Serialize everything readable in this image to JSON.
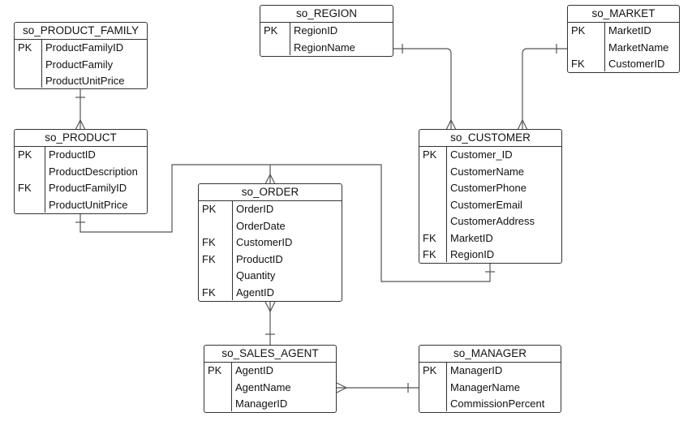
{
  "entities": [
    {
      "id": "so_product_family",
      "name": "so_PRODUCT_FAMILY",
      "fields": [
        {
          "key": "PK",
          "name": "ProductFamilyID"
        },
        {
          "key": "",
          "name": "ProductFamily"
        },
        {
          "key": "",
          "name": "ProductUnitPrice"
        }
      ]
    },
    {
      "id": "so_product",
      "name": "so_PRODUCT",
      "fields": [
        {
          "key": "PK",
          "name": "ProductID"
        },
        {
          "key": "",
          "name": "ProductDescription"
        },
        {
          "key": "FK",
          "name": "ProductFamilyID"
        },
        {
          "key": "",
          "name": "ProductUnitPrice"
        }
      ]
    },
    {
      "id": "so_region",
      "name": "so_REGION",
      "fields": [
        {
          "key": "PK",
          "name": "RegionID"
        },
        {
          "key": "",
          "name": "RegionName"
        }
      ]
    },
    {
      "id": "so_market",
      "name": "so_MARKET",
      "fields": [
        {
          "key": "PK",
          "name": "MarketID"
        },
        {
          "key": "",
          "name": "MarketName"
        },
        {
          "key": "FK",
          "name": "CustomerID"
        }
      ]
    },
    {
      "id": "so_customer",
      "name": "so_CUSTOMER",
      "fields": [
        {
          "key": "PK",
          "name": "Customer_ID"
        },
        {
          "key": "",
          "name": "CustomerName"
        },
        {
          "key": "",
          "name": "CustomerPhone"
        },
        {
          "key": "",
          "name": "CustomerEmail"
        },
        {
          "key": "",
          "name": "CustomerAddress"
        },
        {
          "key": "FK",
          "name": "MarketID"
        },
        {
          "key": "FK",
          "name": "RegionID"
        }
      ]
    },
    {
      "id": "so_order",
      "name": "so_ORDER",
      "fields": [
        {
          "key": "PK",
          "name": "OrderID"
        },
        {
          "key": "",
          "name": "OrderDate"
        },
        {
          "key": "FK",
          "name": "CustomerID"
        },
        {
          "key": "FK",
          "name": "ProductID"
        },
        {
          "key": "",
          "name": "Quantity"
        },
        {
          "key": "FK",
          "name": "AgentID"
        }
      ]
    },
    {
      "id": "so_sales_agent",
      "name": "so_SALES_AGENT",
      "fields": [
        {
          "key": "PK",
          "name": "AgentID"
        },
        {
          "key": "",
          "name": "AgentName"
        },
        {
          "key": "",
          "name": "ManagerID"
        }
      ]
    },
    {
      "id": "so_manager",
      "name": "so_MANAGER",
      "fields": [
        {
          "key": "PK",
          "name": "ManagerID"
        },
        {
          "key": "",
          "name": "ManagerName"
        },
        {
          "key": "",
          "name": "CommissionPercent"
        }
      ]
    }
  ],
  "relationships": [
    {
      "from": "so_product_family",
      "to": "so_product",
      "from_card": "one",
      "to_card": "many"
    },
    {
      "from": "so_product",
      "to": "so_order",
      "from_card": "one",
      "to_card": "many"
    },
    {
      "from": "so_customer",
      "to": "so_order",
      "from_card": "one",
      "to_card": "many"
    },
    {
      "from": "so_region",
      "to": "so_customer",
      "from_card": "one",
      "to_card": "many"
    },
    {
      "from": "so_market",
      "to": "so_customer",
      "from_card": "one",
      "to_card": "many"
    },
    {
      "from": "so_sales_agent",
      "to": "so_order",
      "from_card": "one",
      "to_card": "many"
    },
    {
      "from": "so_manager",
      "to": "so_sales_agent",
      "from_card": "one",
      "to_card": "many"
    }
  ]
}
